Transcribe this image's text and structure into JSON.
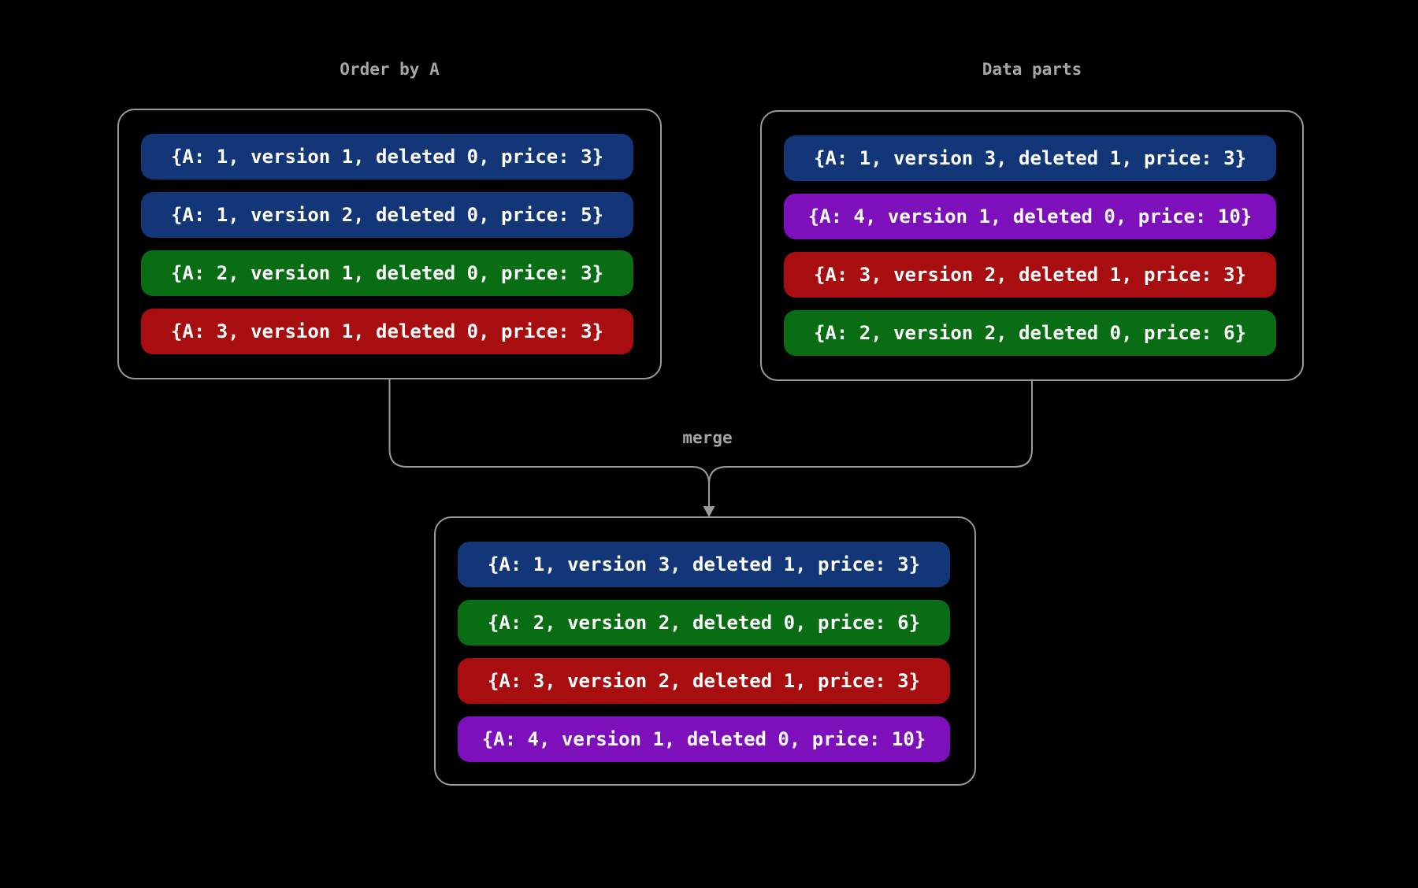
{
  "diagram": {
    "left_box": {
      "title": "Order by A",
      "rows": [
        {
          "text": "{A: 1, version 1, deleted 0, price: 3}",
          "color": "blue"
        },
        {
          "text": "{A: 1, version 2, deleted 0, price: 5}",
          "color": "blue"
        },
        {
          "text": "{A: 2, version 1, deleted 0, price: 3}",
          "color": "green"
        },
        {
          "text": "{A: 3, version 1, deleted 0, price: 3}",
          "color": "red"
        }
      ]
    },
    "right_box": {
      "title": "Data parts",
      "rows": [
        {
          "text": "{A: 1, version 3, deleted 1, price: 3}",
          "color": "blue"
        },
        {
          "text": "{A: 4, version 1, deleted 0, price: 10}",
          "color": "purple"
        },
        {
          "text": "{A: 3, version 2, deleted 1, price: 3}",
          "color": "red"
        },
        {
          "text": "{A: 2, version 2, deleted 0, price: 6}",
          "color": "green"
        }
      ]
    },
    "merge_label": "merge",
    "result_box": {
      "rows": [
        {
          "text": "{A: 1, version 3, deleted 1, price: 3}",
          "color": "blue"
        },
        {
          "text": "{A: 2, version 2, deleted 0, price: 6}",
          "color": "green"
        },
        {
          "text": "{A: 3, version 2, deleted 1, price: 3}",
          "color": "red"
        },
        {
          "text": "{A: 4, version 1, deleted 0, price: 10}",
          "color": "purple"
        }
      ]
    }
  },
  "colors": {
    "blue": "#133679",
    "green": "#096d13",
    "red": "#a80d0f",
    "purple": "#7d10bb",
    "border": "#9a9a9a",
    "label": "#a6a6a6",
    "text": "#ffffff",
    "background": "#000000"
  }
}
